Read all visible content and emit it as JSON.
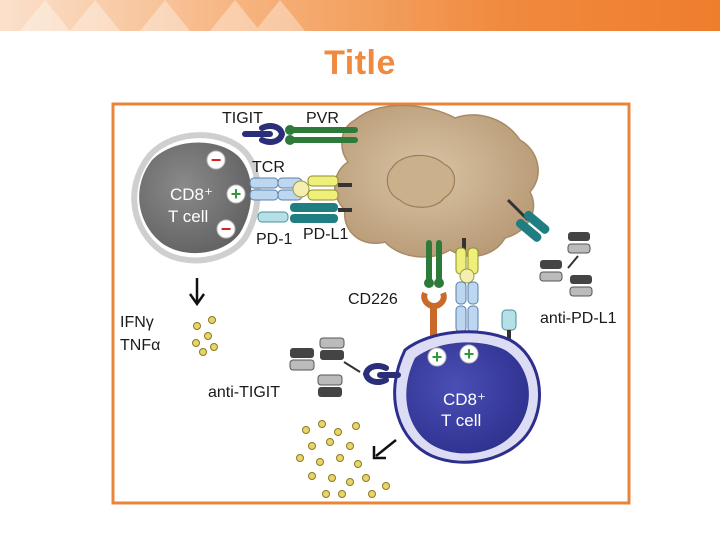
{
  "slide": {
    "title": "Title",
    "accent_color": "#ef8a3f",
    "frame_color": "#e8853a"
  },
  "figure": {
    "labels": {
      "tigit": "TIGIT",
      "pvr": "PVR",
      "tcr": "TCR",
      "pd1": "PD-1",
      "pdl1": "PD-L1",
      "cd226": "CD226",
      "anti_pdl1": "anti-PD-L1",
      "anti_tigit": "anti-TIGIT",
      "ifn_gamma": "IFNγ",
      "tnf_alpha": "TNFα"
    },
    "cell_left": {
      "line1": "CD8⁺",
      "line2": "T cell",
      "signs": [
        "−",
        "+",
        "−"
      ]
    },
    "cell_right": {
      "line1": "CD8⁺",
      "line2": "T cell",
      "signs": [
        "+",
        "+"
      ]
    }
  }
}
